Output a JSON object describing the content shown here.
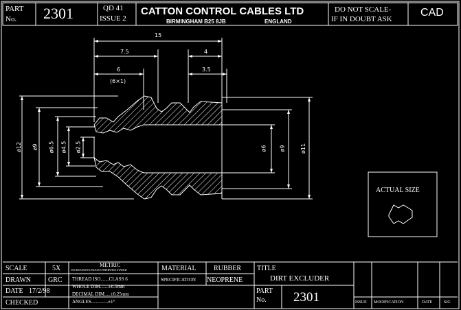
{
  "header": {
    "part_label": "PART",
    "no_label": "No.",
    "part_number": "2301",
    "qd": "QD 41",
    "issue": "ISSUE 2",
    "company": "CATTON CONTROL CABLES LTD",
    "address": "BIRMINGHAM B25 8JB",
    "country": "ENGLAND",
    "note_line1": "DO NOT SCALE-",
    "note_line2": "IF IN DOUBT ASK",
    "cad": "CAD"
  },
  "dimensions": {
    "overall": "15",
    "left_len": "7.5",
    "right_len": "4",
    "thread_len": "6",
    "thread_spec": "(6×1)",
    "right_inner_len": "3.5",
    "dia_12": "ø12",
    "dia_9_left": "ø9",
    "dia_6_5": "ø6.5",
    "dia_4_5": "ø4.5",
    "dia_2_5": "ø2.5",
    "dia_6": "ø6",
    "dia_9_right": "ø9",
    "dia_11": "ø11"
  },
  "actual_size": {
    "label": "ACTUAL SIZE"
  },
  "title_block": {
    "scale_label": "SCALE",
    "scale_value": "5X",
    "drawn_label": "DRAWN",
    "drawn_value": "GRC",
    "date_label": "DATE",
    "date_value": "17/2/98",
    "checked_label": "CHECKED",
    "metric": "METRIC",
    "tolerances_note": "TOLERANCES UNLESS OTHERWISE STATED",
    "thread_tol": "THREAD ISO.......CLASS 6",
    "whole_tol": "WHOLE DIM.......±0.5mm",
    "decimal_tol": "DECIMAL DIM.....±0.25mm",
    "angles_tol": "ANGLES..............±1°",
    "material_label": "MATERIAL",
    "material_value": "RUBBER",
    "spec_label": "SPECIFICATION",
    "spec_value": "NEOPRENE",
    "title_label": "TITLE",
    "title_value": "DIRT EXCLUDER",
    "part_label": "PART",
    "no_label": "No.",
    "part_number": "2301",
    "rev_issue": "ISSUE",
    "rev_modification": "MODIFICATION",
    "rev_date": "DATE",
    "rev_sig": "SIG"
  }
}
